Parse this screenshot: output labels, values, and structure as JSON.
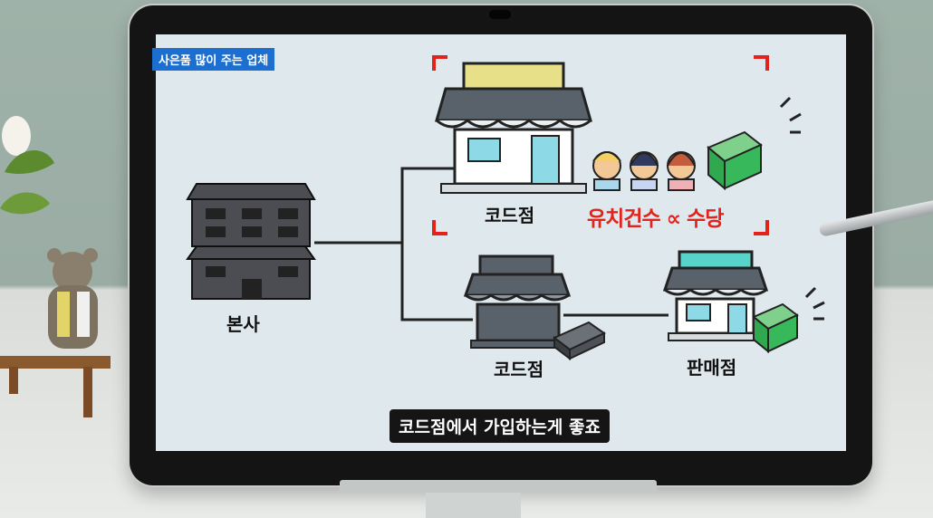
{
  "topic_tag": "사은품 많이 주는 업체",
  "labels": {
    "headquarters": "본사",
    "code_store_top": "코드점",
    "code_store_bottom": "코드점",
    "sales_store": "판매점",
    "recruit_formula": "유치건수 ∝ 수당"
  },
  "subtitle": "코드점에서 가입하는게 좋죠",
  "colors": {
    "tag_bg": "#1c6fd1",
    "highlight_red": "#e3231b",
    "screen_bg": "#dfe8ed",
    "money_green": "#2fa84f",
    "awning_top": "#e8e089",
    "awning_teal": "#58d3c9"
  },
  "icons": [
    "building-icon",
    "store-icon",
    "people-icon",
    "money-stack-icon",
    "speed-lines-icon",
    "cash-bundle-icon"
  ]
}
